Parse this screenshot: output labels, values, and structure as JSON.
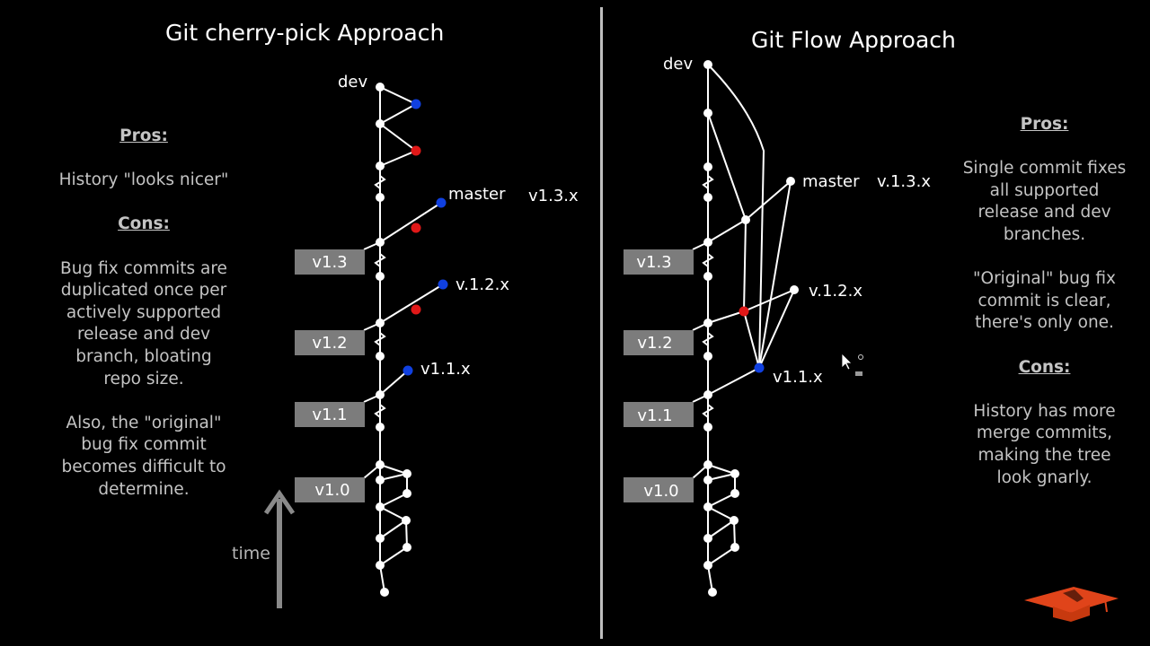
{
  "left": {
    "title": "Git cherry-pick Approach",
    "pros_heading": "Pros:",
    "pros": [
      "History \"looks nicer\""
    ],
    "cons_heading": "Cons:",
    "cons": [
      "Bug fix commits are",
      "duplicated once per",
      "actively supported",
      "release and dev",
      "branch, bloating",
      "repo size.",
      "",
      "Also, the \"original\"",
      "bug fix commit",
      "becomes difficult to",
      "determine."
    ],
    "branch_labels": {
      "dev": "dev",
      "master": "master",
      "v13x": "v1.3.x",
      "v12x": "v.1.2.x",
      "v11x": "v1.1.x"
    },
    "tags": [
      "v1.3",
      "v1.2",
      "v1.1",
      "v1.0"
    ],
    "time_label": "time"
  },
  "right": {
    "title": "Git Flow Approach",
    "pros_heading": "Pros:",
    "pros": [
      "Single commit fixes",
      "all supported",
      "release and dev",
      "branches.",
      "",
      "\"Original\" bug fix",
      "commit is clear,",
      "there's only one."
    ],
    "cons_heading": "Cons:",
    "cons": [
      "History has more",
      "merge commits,",
      "making the tree",
      "look gnarly."
    ],
    "branch_labels": {
      "dev": "dev",
      "master": "master",
      "v13x": "v.1.3.x",
      "v12x": "v.1.2.x",
      "v11x": "v1.1.x"
    },
    "tags": [
      "v1.3",
      "v1.2",
      "v1.1",
      "v1.0"
    ]
  },
  "colors": {
    "background": "#000000",
    "fix_blue": "#1040e0",
    "fix_red": "#e01818",
    "tag_gray": "#7c7c7c",
    "logo_orange": "#e0441a"
  },
  "icons": [
    "mortarboard-logo-icon",
    "mouse-cursor-icon"
  ]
}
